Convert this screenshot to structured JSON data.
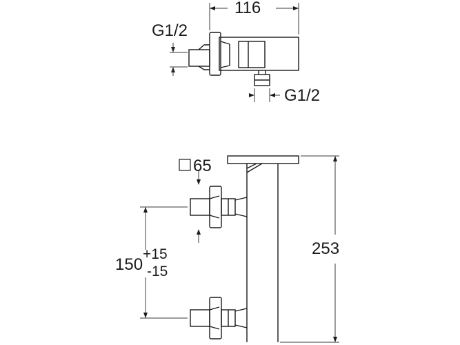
{
  "top_view": {
    "width_dim": "116",
    "thread_inlet": "G1/2",
    "thread_outlet": "G1/2"
  },
  "front_view": {
    "square_label": "65",
    "height_dim": "253",
    "spacing_main": "150",
    "spacing_tol_plus": "+15",
    "spacing_tol_minus": "-15"
  },
  "colors": {
    "line": "#1a1a1a",
    "dim": "#3a3a3a",
    "background": "#ffffff"
  }
}
